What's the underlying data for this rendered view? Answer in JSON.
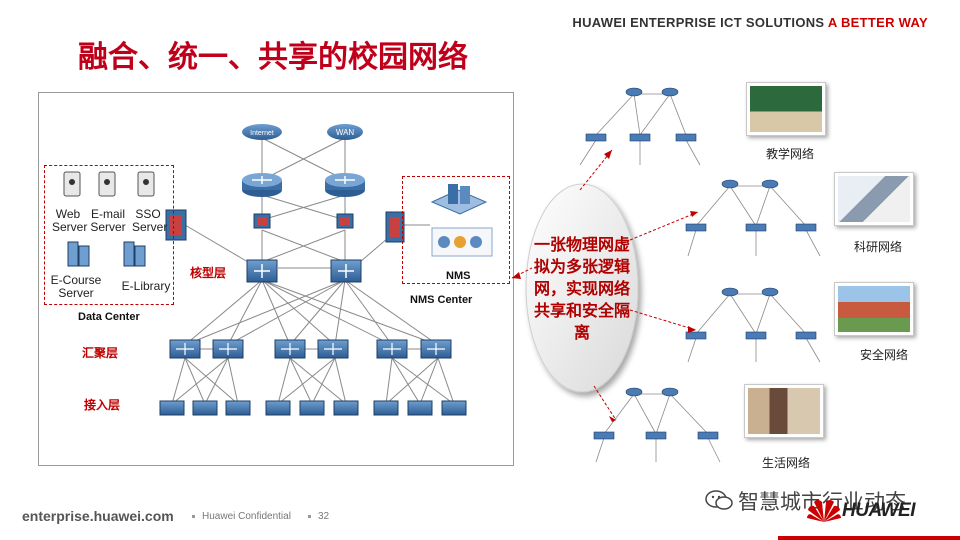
{
  "header": {
    "tagline_main": "HUAWEI ENTERPRISE ICT SOLUTIONS",
    "tagline_accent": "A BETTER WAY",
    "title": "融合、统一、共享的校园网络"
  },
  "topology": {
    "internet_label": "Internet",
    "wan_label": "WAN",
    "layers": {
      "core": "核型层",
      "aggregation": "汇聚层",
      "access": "接入层"
    },
    "data_center": {
      "title": "Data Center",
      "servers": [
        {
          "label": "Web Server"
        },
        {
          "label": "E-mail Server"
        },
        {
          "label": "SSO Server"
        },
        {
          "label": "E-Course Server"
        },
        {
          "label": "E-Library"
        }
      ]
    },
    "nms": {
      "label": "NMS",
      "center_label": "NMS Center"
    }
  },
  "virtualization": {
    "text": "一张物理网虚拟为多张逻辑网，实现网络共享和安全隔离"
  },
  "logical_networks": [
    {
      "label": "教学网络"
    },
    {
      "label": "科研网络"
    },
    {
      "label": "安全网络"
    },
    {
      "label": "生活网络"
    }
  ],
  "footer": {
    "website": "enterprise.huawei.com",
    "confidential": "Huawei Confidential",
    "page": "32",
    "wechat_account": "智慧城市行业动态",
    "brand": "HUAWEI"
  },
  "colors": {
    "title_red": "#c0001a",
    "accent_red": "#cc0000",
    "device_blue": "#3a6ea5"
  }
}
